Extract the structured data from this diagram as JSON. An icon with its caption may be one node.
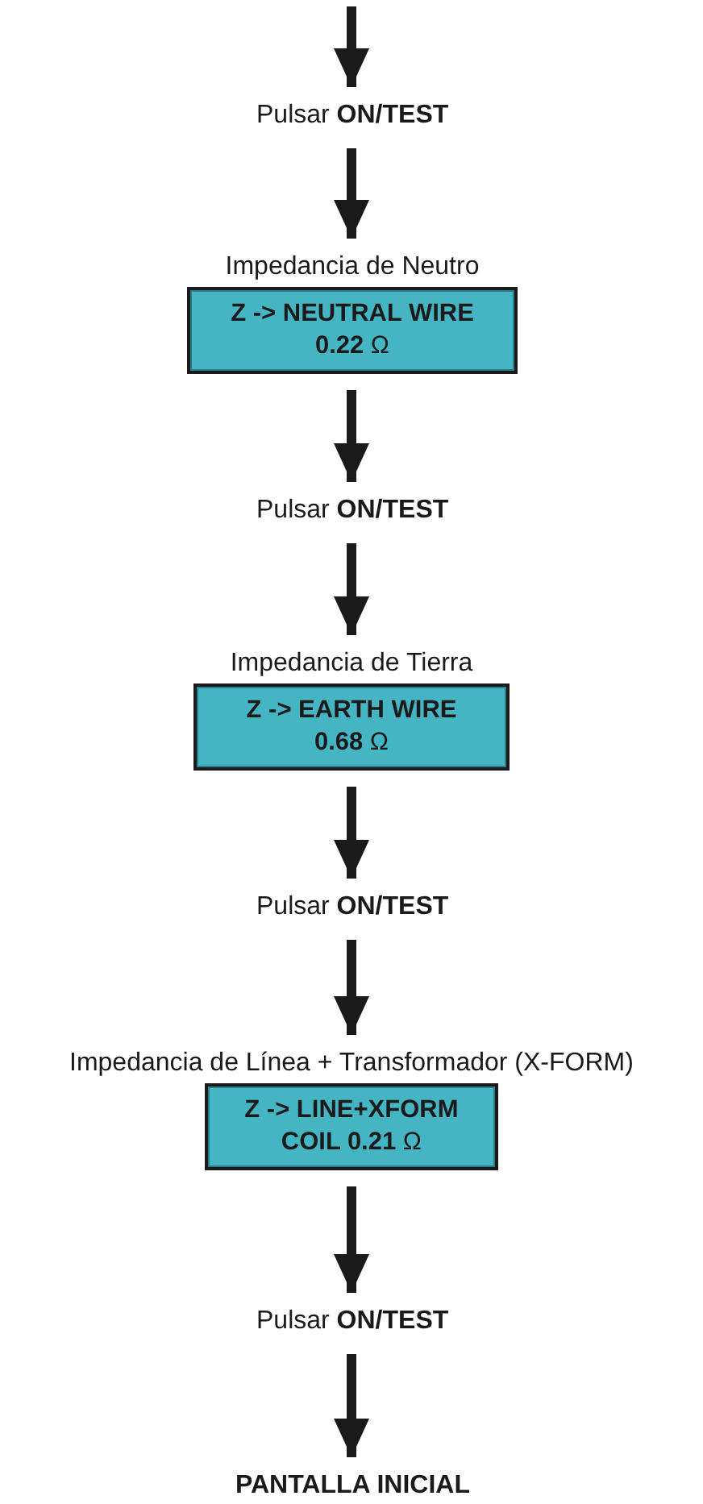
{
  "diagram": {
    "nodes": [
      {
        "text": [
          "Pulsar **ON/TEST**"
        ]
      },
      {
        "text": [
          "Impedancia de Neutro",
          "Z -> NEUTRAL WIRE",
          "**0.22** Ω"
        ]
      },
      {
        "text": [
          "Pulsar **ON/TEST**"
        ]
      },
      {
        "text": [
          "Impedancia de Tierra",
          "Z -> EARTH WIRE",
          "**0.68** Ω"
        ]
      },
      {
        "text": [
          "Pulsar **ON/TEST**"
        ]
      },
      {
        "text": [
          "Impedancia de Línea + Transformador (X-FORM)",
          "Z -> LINE+XFORM",
          "**COIL 0.21** Ω"
        ]
      },
      {
        "text": [
          "Pulsar **ON/TEST**"
        ]
      },
      {
        "text": [
          "PANTALLA INICIAL"
        ]
      }
    ],
    "edges": [
      {
        "from": null,
        "to": 0,
        "arrow": "to"
      },
      {
        "from": 0,
        "to": 1,
        "arrow": "to"
      },
      {
        "from": 1,
        "to": 2,
        "arrow": "to"
      },
      {
        "from": 2,
        "to": 3,
        "arrow": "to"
      },
      {
        "from": 3,
        "to": 4,
        "arrow": "to"
      },
      {
        "from": 4,
        "to": 5,
        "arrow": "to"
      },
      {
        "from": 5,
        "to": 6,
        "arrow": "to"
      },
      {
        "from": 6,
        "to": 7,
        "arrow": "to"
      }
    ]
  }
}
